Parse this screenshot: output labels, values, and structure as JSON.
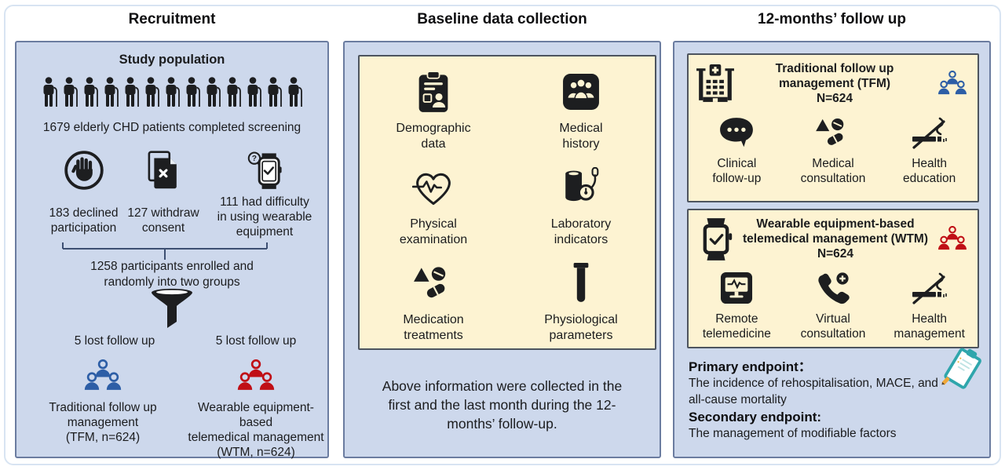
{
  "colors": {
    "panel_blue": "#cdd8ec",
    "panel_border": "#6b7ca0",
    "box_yellow": "#fdf3d2",
    "box_border": "#4d545e",
    "accent_blue": "#2d5ea6",
    "accent_red": "#c00f16",
    "ink": "#1d1e20",
    "frame": "#d8e4f2",
    "deco_teal": "#2fa6ac"
  },
  "recruitment": {
    "title": "Recruitment",
    "study_population_label": "Study population",
    "population_icon": "elderly-person-icon",
    "population_count": 13,
    "screening_text": "1679 elderly CHD patients completed screening",
    "exclusions": [
      {
        "icon": "stop-hand-icon",
        "label": "183 declined\nparticipation"
      },
      {
        "icon": "document-x-icon",
        "label": "127 withdraw\nconsent"
      },
      {
        "icon": "watch-question-icon",
        "label": "111 had difficulty\nin using wearable\nequipment"
      }
    ],
    "enrolled_text": "1258 participants enrolled and\nrandomly into two groups",
    "funnel_icon": "funnel-icon",
    "groups": [
      {
        "lost_text": "5 lost follow up",
        "icon": "people-group-icon",
        "color": "#2d5ea6",
        "label": "Traditional  follow up\nmanagement\n(TFM, n=624)"
      },
      {
        "lost_text": "5 lost follow up",
        "icon": "people-group-icon",
        "color": "#c00f16",
        "label": "Wearable equipment-based\ntelemedical management\n(WTM, n=624)"
      }
    ]
  },
  "baseline": {
    "title": "Baseline data collection",
    "items": [
      {
        "icon": "clipboard-person-icon",
        "label": "Demographic\ndata"
      },
      {
        "icon": "family-icon",
        "label": "Medical\nhistory"
      },
      {
        "icon": "heart-pulse-icon",
        "label": "Physical\nexamination"
      },
      {
        "icon": "bp-monitor-icon",
        "label": "Laboratory\nindicators"
      },
      {
        "icon": "pills-icon",
        "label": "Medication\ntreatments"
      },
      {
        "icon": "test-tube-icon",
        "label": "Physiological\nparameters"
      }
    ],
    "note": "Above information were collected in the\nfirst and the last month during the 12-\nmonths’ follow-up."
  },
  "followup": {
    "title": "12-months’ follow up",
    "tfm": {
      "header_icon": "hospital-icon",
      "group_icon": "people-group-icon",
      "group_color": "#2d5ea6",
      "title": "Traditional  follow up\nmanagement (TFM)\nN=624",
      "items": [
        {
          "icon": "chat-dots-icon",
          "label": "Clinical\nfollow-up"
        },
        {
          "icon": "pills-icon",
          "label": "Medical\nconsultation"
        },
        {
          "icon": "no-smoking-icon",
          "label": "Health\neducation"
        }
      ]
    },
    "wtm": {
      "header_icon": "smartwatch-icon",
      "group_icon": "people-group-icon",
      "group_color": "#c00f16",
      "title": "Wearable equipment-based\ntelemedical management (WTM)\nN=624",
      "items": [
        {
          "icon": "telemedicine-monitor-icon",
          "label": "Remote\ntelemedicine"
        },
        {
          "icon": "phone-plus-icon",
          "label": "Virtual\nconsultation"
        },
        {
          "icon": "no-smoking-icon",
          "label": "Health\nmanagement"
        }
      ]
    },
    "endpoints": [
      {
        "label": "Primary endpoint：",
        "text": "The incidence of rehospitalisation, MACE, and\nall-cause mortality"
      },
      {
        "label": "Secondary endpoint:",
        "text": "The management of modifiable factors"
      }
    ],
    "deco_icon": "clipboard-pencil-icon"
  }
}
